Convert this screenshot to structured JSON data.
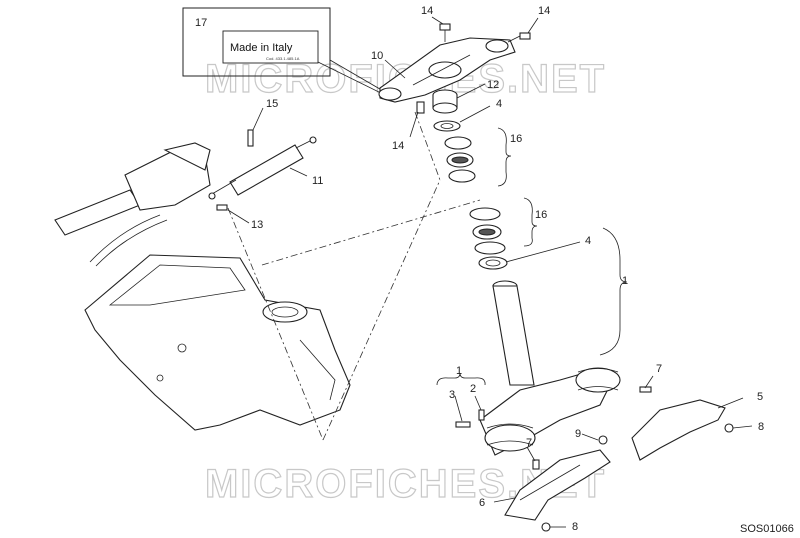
{
  "diagram": {
    "watermark": "MICROFICHES.NET",
    "drawing_code": "SOS01066",
    "label_box": {
      "callout": "17",
      "main_text": "Made in Italy",
      "sub_text": "Cod. 433.1.485.1A"
    },
    "callouts": {
      "c1_right": "1",
      "c1_left": "1",
      "c2": "2",
      "c3": "3",
      "c4_top": "4",
      "c4_mid": "4",
      "c5": "5",
      "c6": "6",
      "c7_right": "7",
      "c7_mid": "7",
      "c8_right": "8",
      "c8_bottom": "8",
      "c9": "9",
      "c10": "10",
      "c11": "11",
      "c12": "12",
      "c13": "13",
      "c14_top": "14",
      "c14_right": "14",
      "c14_left": "14",
      "c15": "15",
      "c16_top": "16",
      "c16_mid": "16"
    }
  }
}
